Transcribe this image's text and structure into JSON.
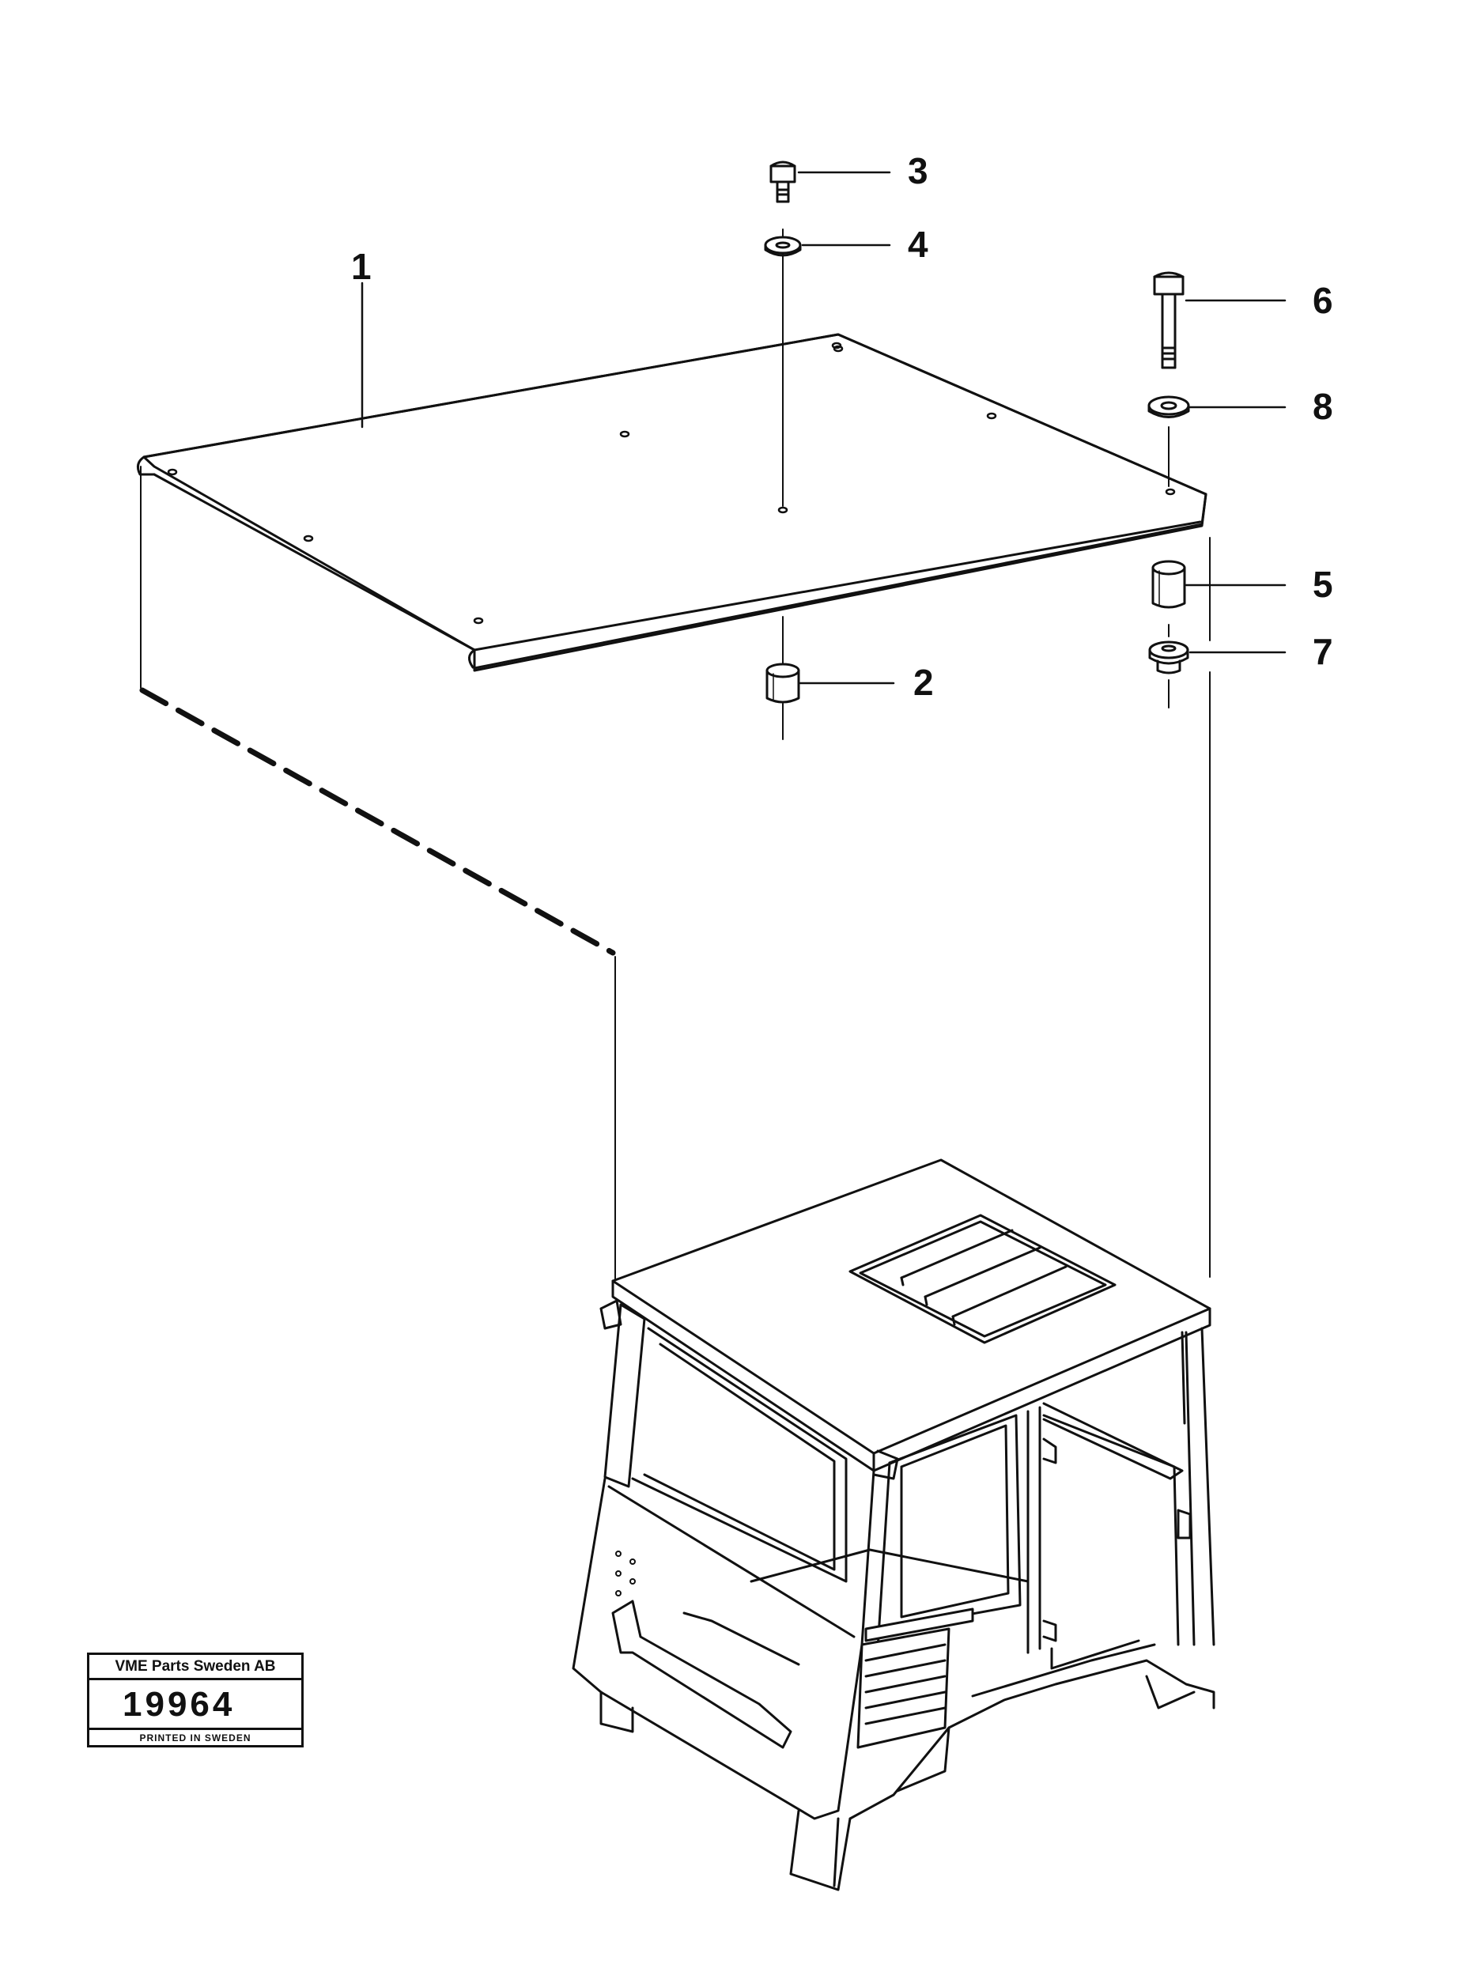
{
  "callouts": [
    {
      "id": "1",
      "label": "1"
    },
    {
      "id": "2",
      "label": "2"
    },
    {
      "id": "3",
      "label": "3"
    },
    {
      "id": "4",
      "label": "4"
    },
    {
      "id": "5",
      "label": "5"
    },
    {
      "id": "6",
      "label": "6"
    },
    {
      "id": "7",
      "label": "7"
    },
    {
      "id": "8",
      "label": "8"
    }
  ],
  "stamp": {
    "company": "VME Parts Sweden AB",
    "number": "19964",
    "printed": "PRINTED IN SWEDEN"
  }
}
